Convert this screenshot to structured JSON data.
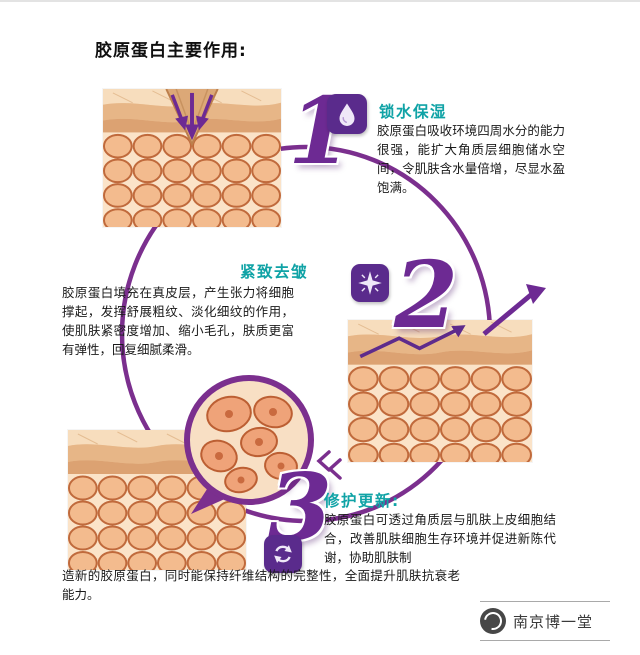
{
  "title": "胶原蛋白主要作用:",
  "sections": [
    {
      "number": "1",
      "heading": "锁水保湿",
      "body": "胶原蛋白吸收环境四周水分的能力很强，能扩大角质层细胞储水空间，令肌肤含水量倍增，尽显水盈饱满。",
      "icon": "water-droplet"
    },
    {
      "number": "2",
      "heading": "紧致去皱",
      "body": "胶原蛋白填充在真皮层，产生张力将细胞撑起，发挥舒展粗纹、淡化细纹的作用，使肌肤紧密度增加、缩小毛孔，肤质更富有弹性，回复细腻柔滑。",
      "icon": "sparkle-burst"
    },
    {
      "number": "3",
      "heading": "修护更新:",
      "body": "胶原蛋白可透过角质层与肌肤上皮细胞结合，改善肌肤细胞生存环境并促进新陈代谢，协助肌肤制",
      "body_cont": "造新的胶原蛋白，同时能保持纤维结构的完整性，全面提升肌肤抗衰老能力。",
      "icon": "renew-cycle"
    }
  ],
  "watermark": {
    "name": "南京博一堂"
  },
  "colors": {
    "accent_purple": "#6D2A93",
    "ring_purple": "#7B2F8E",
    "heading_teal": "#10A3A6",
    "text_dark": "#1A1A1A",
    "skin_base": "#FBE3C8",
    "cell_fill": "#F3BB8E",
    "cell_stroke": "#C06A3C"
  }
}
